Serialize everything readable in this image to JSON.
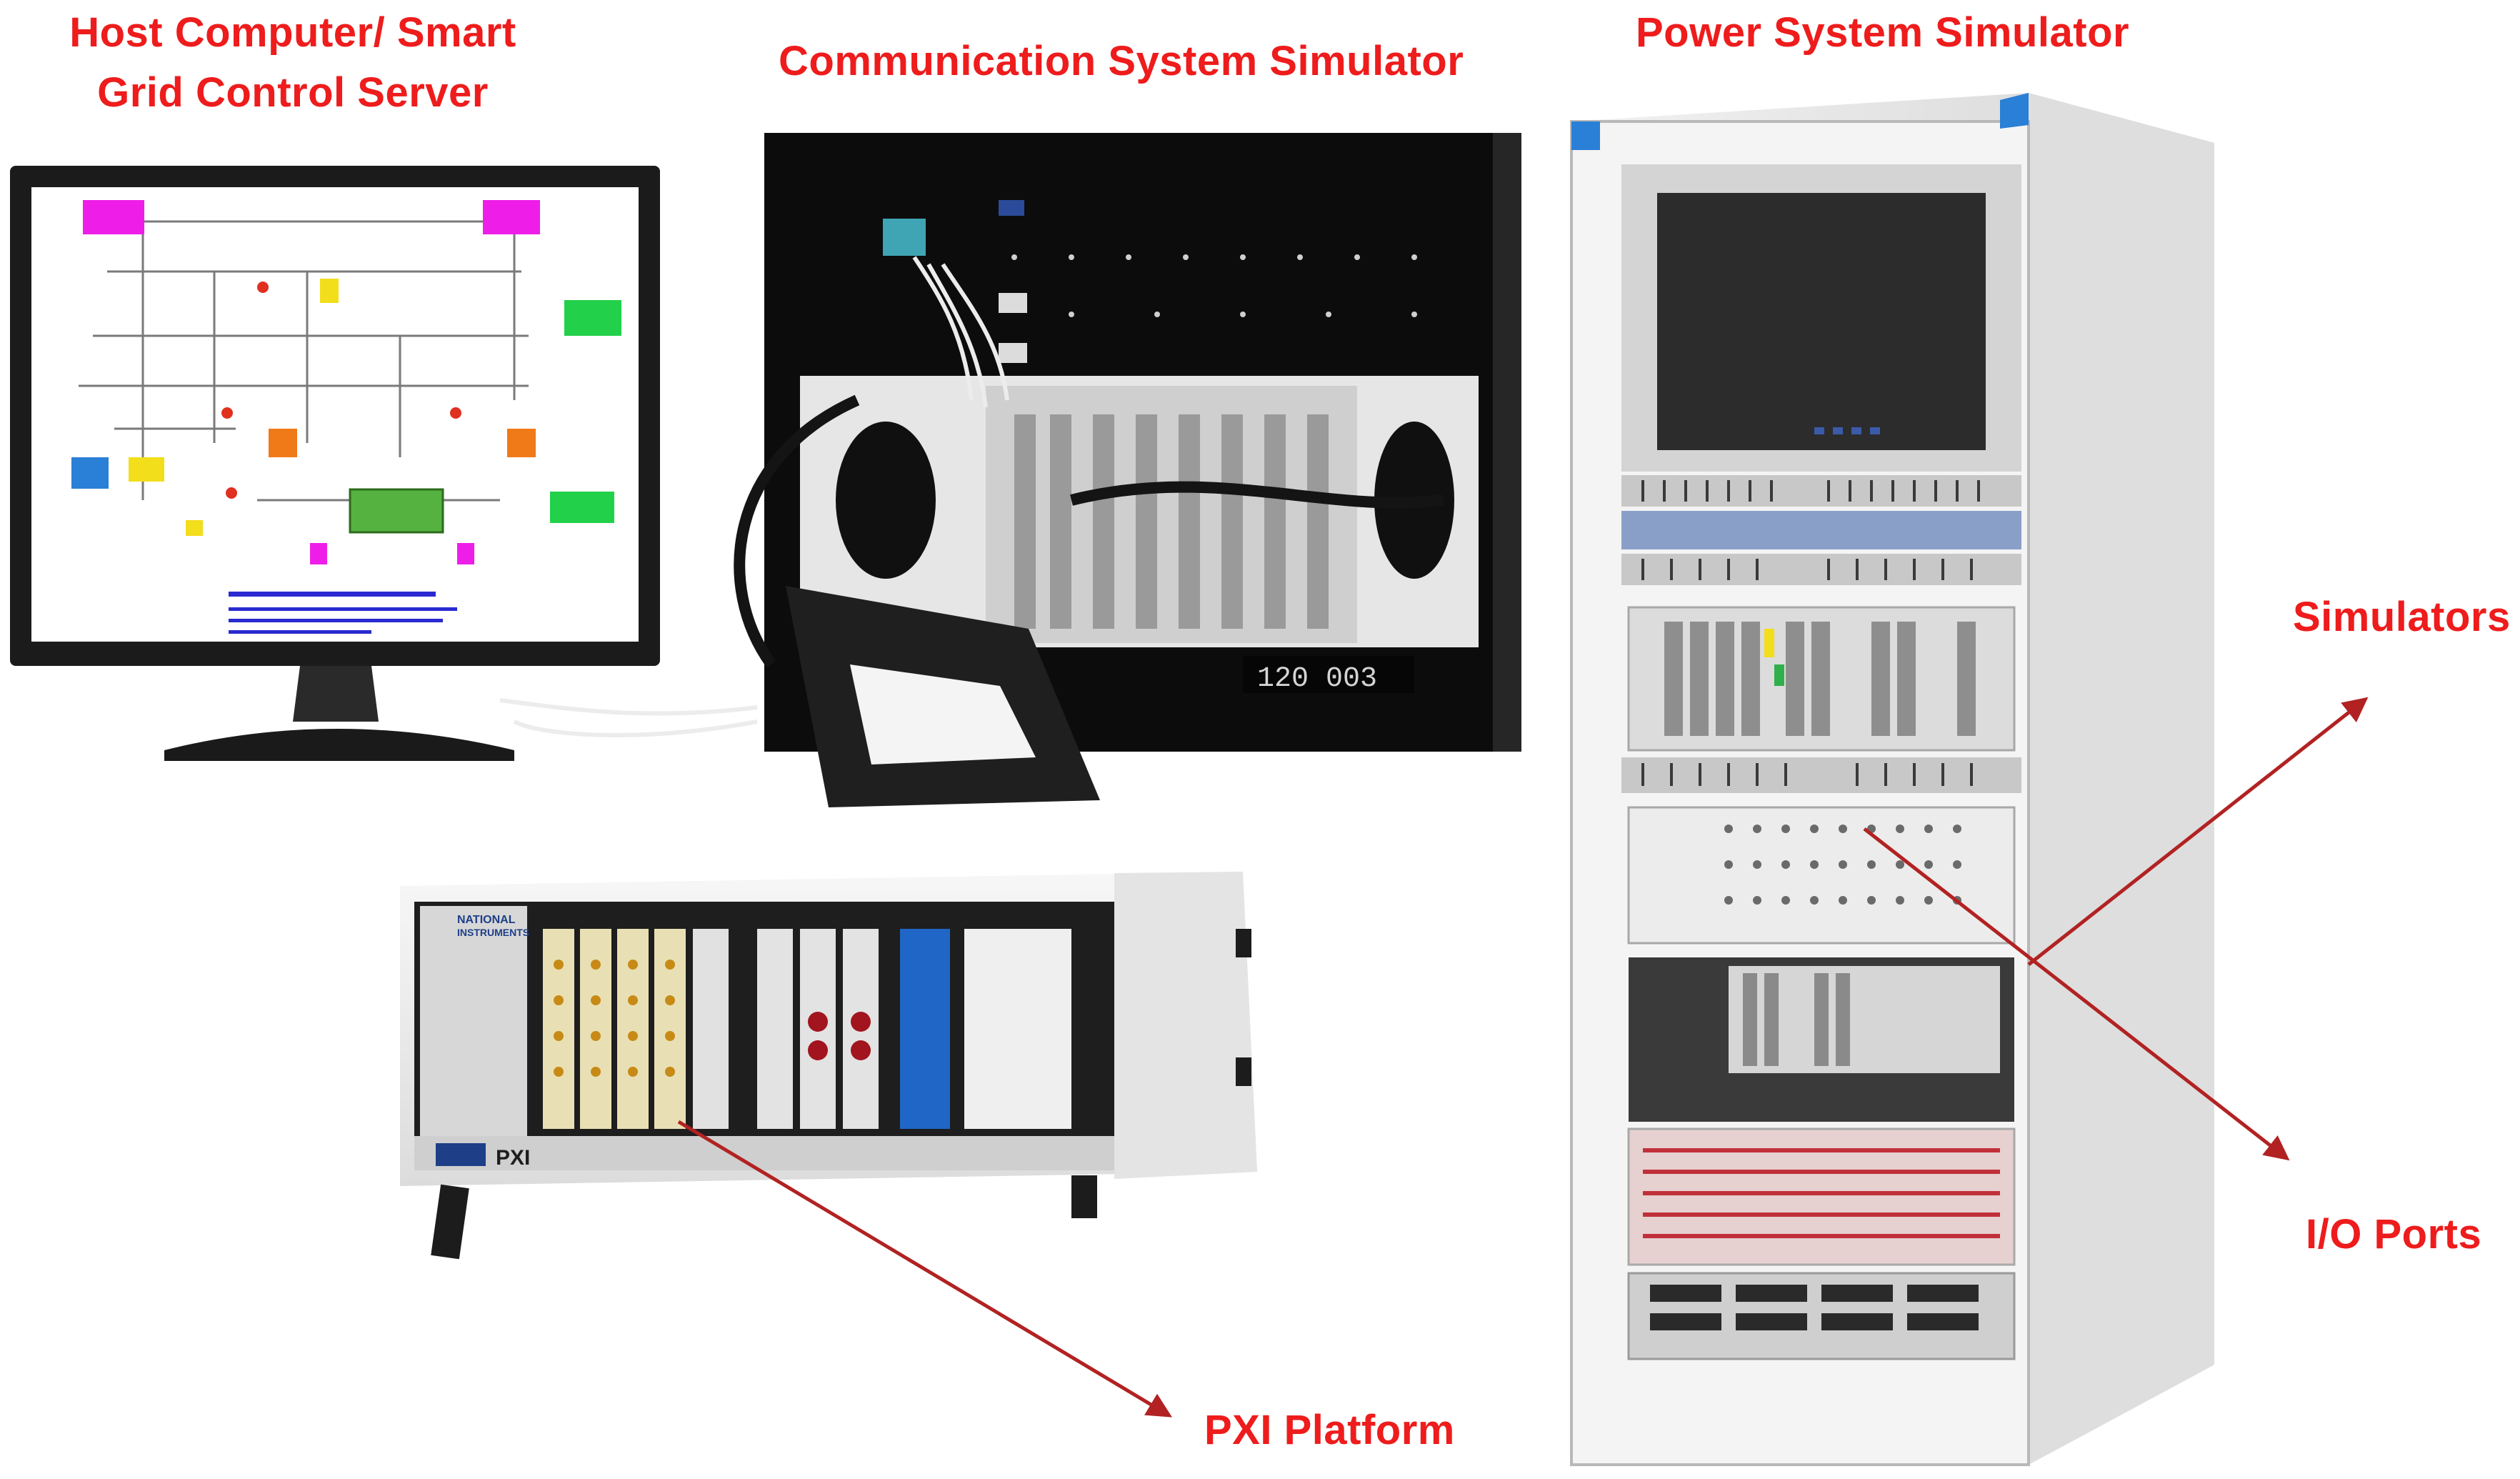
{
  "labels": {
    "host_line1": "Host Computer/ Smart",
    "host_line2": "Grid Control Server",
    "communication": "Communication System Simulator",
    "power": "Power System Simulator",
    "simulators": "Simulators",
    "io_ports": "I/O Ports",
    "pxi_platform": "PXI Platform"
  },
  "device_text": {
    "comm_display": "120  003",
    "pxi_badge": "PXI",
    "ni_logo_1": "NATIONAL",
    "ni_logo_2": "INSTRUMENTS"
  },
  "colors": {
    "label_red": "#ee1c1c",
    "arrow_red": "#b22222",
    "lcd_green": "#22d04a",
    "block_magenta": "#ee1ee8",
    "block_orange": "#f07a18",
    "block_yellow": "#f2de1a",
    "block_blue": "#2a7fd6"
  }
}
